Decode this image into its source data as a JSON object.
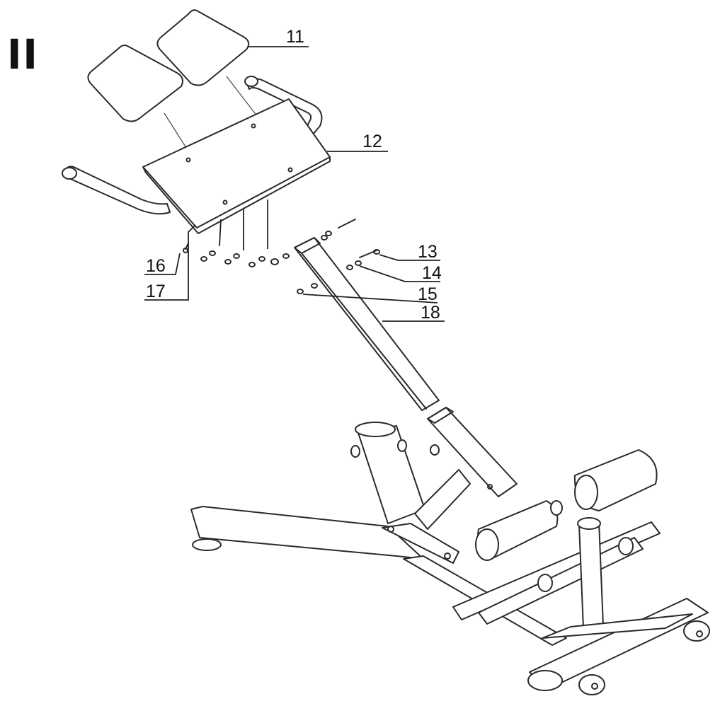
{
  "diagram": {
    "step": "II",
    "parts": [
      {
        "id": "11",
        "label": "11"
      },
      {
        "id": "12",
        "label": "12"
      },
      {
        "id": "13",
        "label": "13"
      },
      {
        "id": "14",
        "label": "14"
      },
      {
        "id": "15",
        "label": "15"
      },
      {
        "id": "16",
        "label": "16"
      },
      {
        "id": "17",
        "label": "17"
      },
      {
        "id": "18",
        "label": "18"
      }
    ]
  }
}
